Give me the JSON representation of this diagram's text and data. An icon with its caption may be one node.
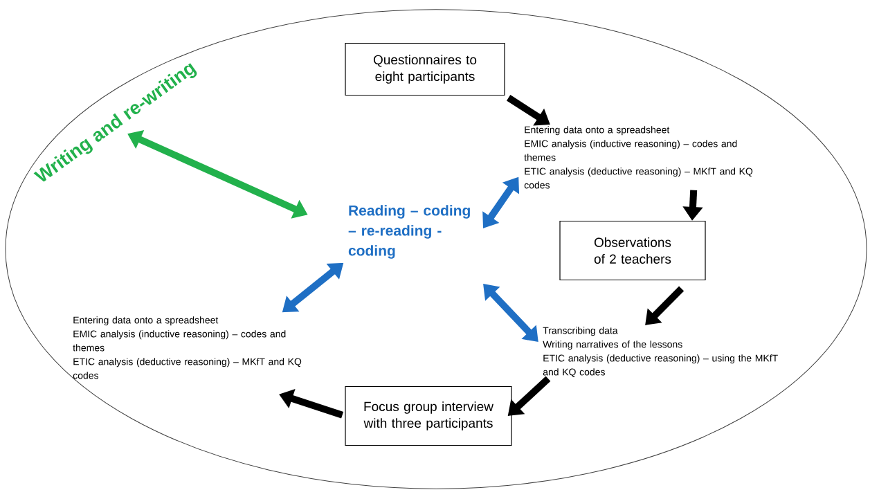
{
  "diagram": {
    "nodes": [
      {
        "text": [],
        "shape": "ellipse"
      },
      {
        "text": [
          "Writing and re-writing"
        ],
        "in": 0
      },
      {
        "text": [
          "Questionnaires to eight participants"
        ],
        "in": 0
      },
      {
        "text": [
          "Entering data onto a spreadsheet",
          "EMIC analysis (inductive reasoning) – codes and themes",
          "ETIC analysis (deductive reasoning) – MKfT and KQ codes"
        ],
        "in": 0
      },
      {
        "text": [
          "Reading – coding – re-reading - coding"
        ],
        "in": 0
      },
      {
        "text": [
          "Observations of 2 teachers"
        ],
        "in": 0
      },
      {
        "text": [
          "Transcribing data",
          "Writing narratives of the lessons",
          "ETIC analysis (deductive reasoning) – using the MKfT and KQ codes"
        ],
        "in": 0
      },
      {
        "text": [
          "Focus group interview with three participants"
        ],
        "in": 0
      },
      {
        "text": [
          "Entering data onto a spreadsheet",
          "EMIC analysis (inductive reasoning) – codes and themes",
          "ETIC analysis (deductive reasoning) – MKfT and KQ codes"
        ],
        "in": 0
      }
    ],
    "edges": [
      {
        "from": 2,
        "to": 3,
        "arrow": "to"
      },
      {
        "from": 3,
        "to": 5,
        "arrow": "to"
      },
      {
        "from": 5,
        "to": 6,
        "arrow": "to"
      },
      {
        "from": 6,
        "to": 7,
        "arrow": "to"
      },
      {
        "from": 7,
        "to": 8,
        "arrow": "to"
      },
      {
        "from": 3,
        "to": 4,
        "arrow": "both",
        "color": "#1f6fc4"
      },
      {
        "from": 8,
        "to": 4,
        "arrow": "both",
        "color": "#1f6fc4"
      },
      {
        "from": 4,
        "to": 6,
        "arrow": "both",
        "color": "#1f6fc4"
      },
      {
        "from": 1,
        "to": 4,
        "arrow": "both",
        "color": "#22b14c"
      }
    ]
  }
}
